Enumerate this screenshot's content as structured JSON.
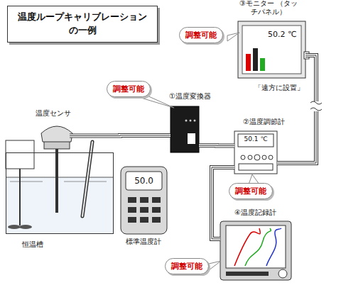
{
  "diagram": {
    "nodes": [
      {
        "text": [
          "温度ループキャリブレーション の一例"
        ]
      },
      {
        "text": [
          "温度センサ"
        ]
      },
      {
        "text": [
          "恒温槽"
        ]
      },
      {
        "text": [
          "50.0",
          "標準温度計"
        ]
      },
      {
        "text": [
          "調整可能"
        ]
      },
      {
        "text": [
          "①温度変換器"
        ]
      },
      {
        "text": [
          "調整可能"
        ]
      },
      {
        "text": [
          "50.2 ℃",
          "③モニター （タッチパネル）"
        ]
      },
      {
        "text": [
          "50.1 ℃",
          "②温度調節計"
        ]
      },
      {
        "text": [
          "調整可能"
        ]
      },
      {
        "text": [
          "④温度記録計"
        ]
      },
      {
        "text": [
          "調整可能"
        ]
      }
    ],
    "edges": [
      {
        "from": 1,
        "to": 5,
        "arrow": "none"
      },
      {
        "from": 5,
        "to": 8,
        "arrow": "none"
      },
      {
        "from": 8,
        "to": 7,
        "arrow": "none"
      },
      {
        "from": 8,
        "to": 10,
        "arrow": "none"
      }
    ],
    "labels": [
      "「遠方に設置」"
    ]
  }
}
